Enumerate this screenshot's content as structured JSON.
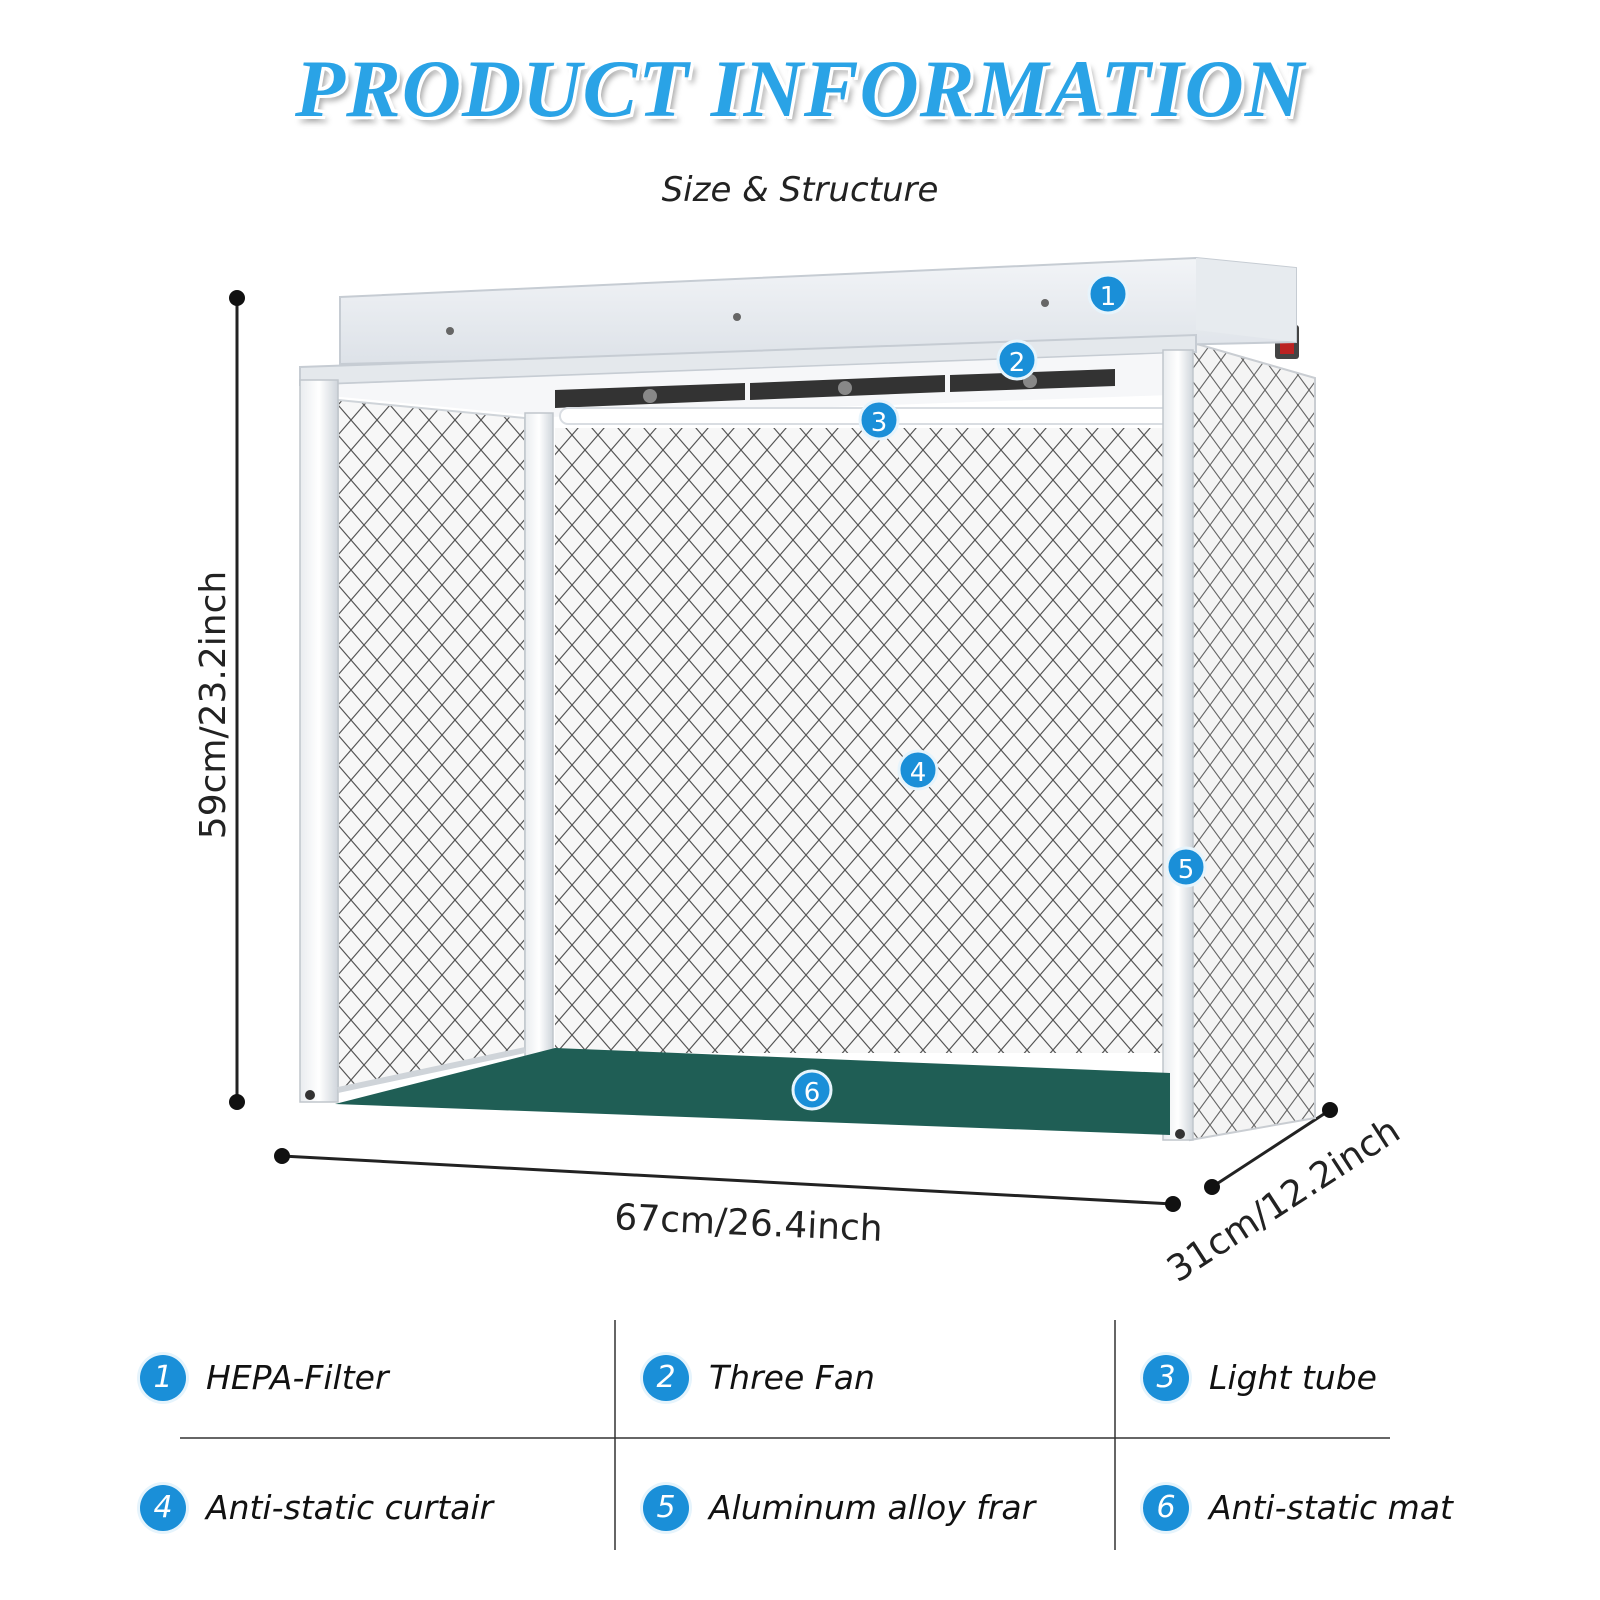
{
  "header": {
    "title": "PRODUCT INFORMATION",
    "subtitle": "Size & Structure"
  },
  "dimensions": {
    "height": "59cm/23.2inch",
    "width": "67cm/26.4inch",
    "depth": "31cm/12.2inch"
  },
  "callouts": [
    "1",
    "2",
    "3",
    "4",
    "5",
    "6"
  ],
  "legend": [
    {
      "num": "1",
      "label": "HEPA-Filter"
    },
    {
      "num": "2",
      "label": "Three Fan"
    },
    {
      "num": "3",
      "label": "Light tube"
    },
    {
      "num": "4",
      "label": "Anti-static curtair"
    },
    {
      "num": "5",
      "label": "Aluminum alloy frar"
    },
    {
      "num": "6",
      "label": "Anti-static mat"
    }
  ],
  "colors": {
    "accent": "#2aa3e6",
    "badge": "#1a8fd8",
    "mat": "#1f5e55"
  }
}
